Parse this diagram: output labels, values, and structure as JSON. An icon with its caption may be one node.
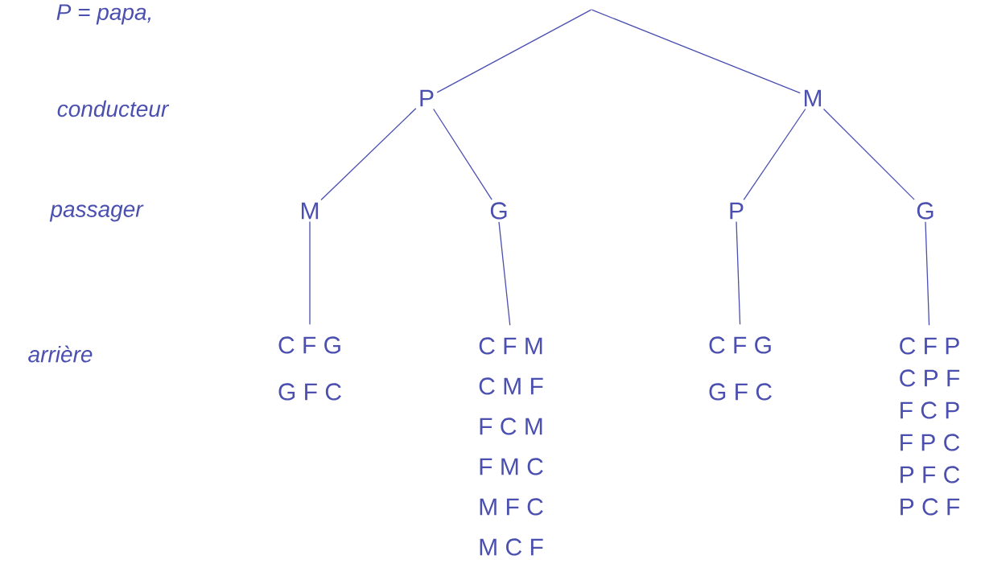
{
  "diagram": {
    "nodes": [
      {
        "text": [],
        "shape": "point"
      },
      {
        "text": [
          "P"
        ]
      },
      {
        "text": [
          "M"
        ]
      },
      {
        "text": [
          "M"
        ]
      },
      {
        "text": [
          "G"
        ]
      },
      {
        "text": [
          "P"
        ]
      },
      {
        "text": [
          "G"
        ]
      },
      {
        "text": [
          "C F G",
          "G F C"
        ]
      },
      {
        "text": [
          "C F M",
          "C M F",
          "F C M",
          "F M C",
          "M F C",
          "M C F"
        ]
      },
      {
        "text": [
          "C F G",
          "G F C"
        ]
      },
      {
        "text": [
          "C F P",
          "C P F",
          "F C P",
          "F P C",
          "P F C",
          "P C F"
        ]
      }
    ],
    "edges": [
      {
        "from": 0,
        "to": 1,
        "arrow": "none"
      },
      {
        "from": 0,
        "to": 2,
        "arrow": "none"
      },
      {
        "from": 1,
        "to": 3,
        "arrow": "none"
      },
      {
        "from": 1,
        "to": 4,
        "arrow": "none"
      },
      {
        "from": 2,
        "to": 5,
        "arrow": "none"
      },
      {
        "from": 2,
        "to": 6,
        "arrow": "none"
      },
      {
        "from": 3,
        "to": 7,
        "arrow": "none"
      },
      {
        "from": 4,
        "to": 8,
        "arrow": "none"
      },
      {
        "from": 5,
        "to": 9,
        "arrow": "none"
      },
      {
        "from": 6,
        "to": 10,
        "arrow": "none"
      }
    ],
    "labels": [
      "P = papa,",
      "conducteur",
      "passager",
      "arrière"
    ]
  }
}
